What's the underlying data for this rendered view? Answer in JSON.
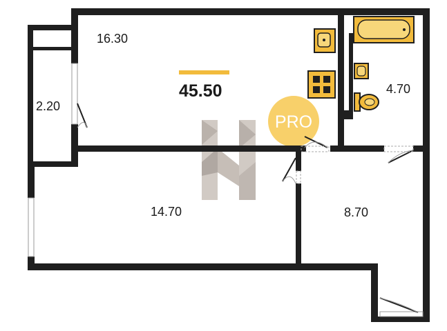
{
  "plan": {
    "total_area": "45.50",
    "badge": "PRO",
    "rooms": {
      "kitchen": "16.30",
      "balcony": "2.20",
      "bathroom": "4.70",
      "living_room": "14.70",
      "bedroom": "8.70"
    },
    "colors": {
      "wall": "#1f1f1f",
      "fixture": "#f2bb3c",
      "fixture_dark": "#d79e1e",
      "badge": "#f8d06a",
      "watermark": "#b3aaa3"
    },
    "icons": [
      "kitchen-sink-icon",
      "stove-icon",
      "bathtub-icon",
      "washbasin-icon",
      "toilet-icon",
      "watermark-logo-icon"
    ]
  }
}
